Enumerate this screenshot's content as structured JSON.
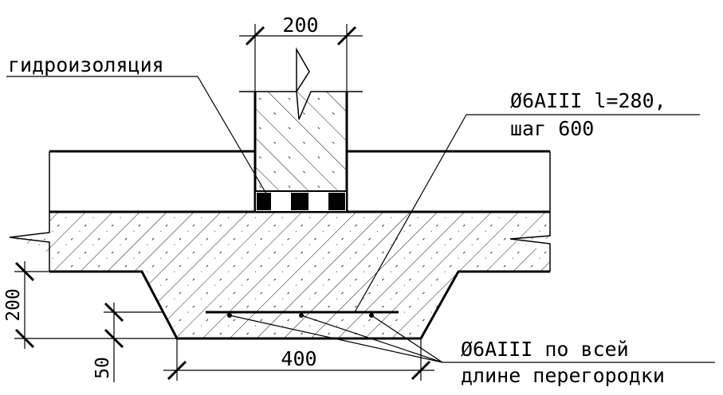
{
  "dimensions": {
    "partition_width": "200",
    "strip_width": "400",
    "thickening_depth": "200",
    "bottom_offset": "50"
  },
  "callouts": {
    "waterproofing": "гидроизоляция",
    "rebar_spec_line1": "Ø6AIII l=280,",
    "rebar_spec_line2": "шаг 600",
    "rebar_full_line1": "Ø6AIII по всей",
    "rebar_full_line2": "длине перегородки"
  },
  "colors": {
    "line": "#000000",
    "background": "#ffffff"
  }
}
